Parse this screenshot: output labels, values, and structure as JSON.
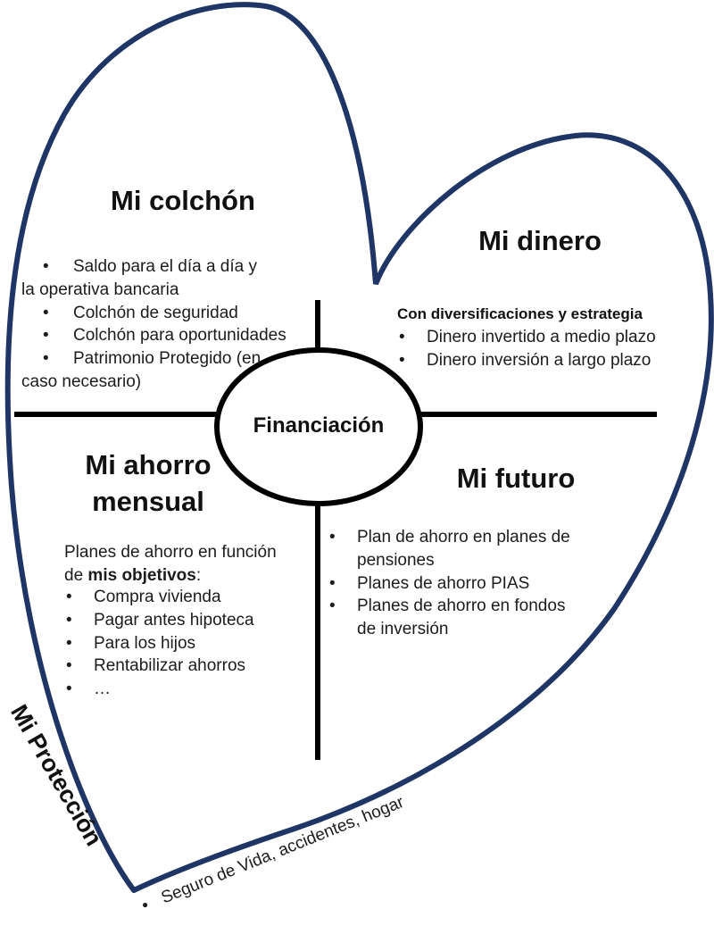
{
  "colors": {
    "heart_outline": "#1e3565",
    "divider_lines": "#000000",
    "text": "#1a1a1a",
    "background": "#ffffff"
  },
  "center": {
    "label": "Financiación"
  },
  "quadrants": {
    "colchon": {
      "title": "Mi colchón",
      "items": [
        {
          "lines": [
            "Saldo para el día a día y",
            "la operativa bancaria"
          ]
        },
        {
          "lines": [
            "Colchón de seguridad"
          ]
        },
        {
          "lines": [
            "Colchón para oportunidades"
          ]
        },
        {
          "lines": [
            "Patrimonio Protegido (en",
            "caso necesario)"
          ]
        }
      ]
    },
    "dinero": {
      "title": "Mi dinero",
      "subtitle": "Con diversificaciones y estrategia",
      "items": [
        {
          "lines": [
            "Dinero invertido a medio plazo"
          ]
        },
        {
          "lines": [
            "Dinero inversión a largo plazo"
          ]
        }
      ]
    },
    "ahorro": {
      "title_line1": "Mi ahorro",
      "title_line2": "mensual",
      "intro_line1": "Planes de ahorro en función",
      "intro_line2_prefix": "de ",
      "intro_line2_bold": "mis objetivos",
      "intro_line2_suffix": ":",
      "items": [
        {
          "lines": [
            "Compra vivienda"
          ]
        },
        {
          "lines": [
            "Pagar antes hipoteca"
          ]
        },
        {
          "lines": [
            "Para los hijos"
          ]
        },
        {
          "lines": [
            "Rentabilizar ahorros"
          ]
        },
        {
          "lines": [
            "…"
          ]
        }
      ]
    },
    "futuro": {
      "title": "Mi futuro",
      "items": [
        {
          "lines": [
            "Plan de ahorro en planes de",
            "pensiones"
          ]
        },
        {
          "lines": [
            "Planes de ahorro PIAS"
          ]
        },
        {
          "lines": [
            "Planes de ahorro en fondos",
            "de inversión"
          ]
        }
      ]
    }
  },
  "proteccion": {
    "label": "Mi Protección",
    "bullet_icon": "•",
    "item": "Seguro de Vida, accidentes, hogar"
  }
}
